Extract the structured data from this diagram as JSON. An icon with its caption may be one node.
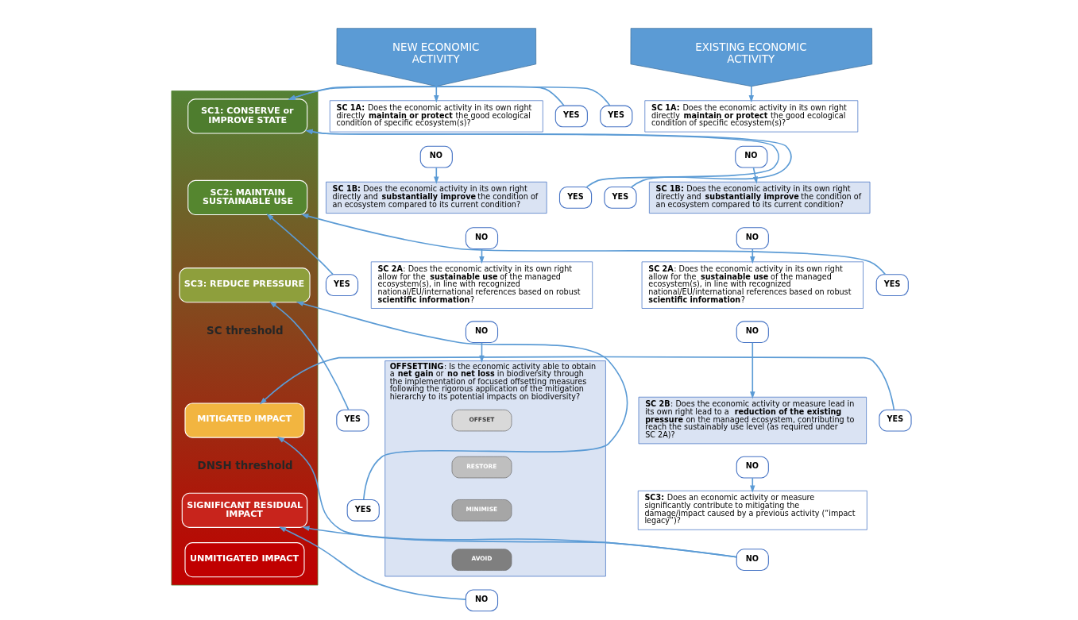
{
  "diagram": {
    "nodes": [
      {
        "text": [
          "NEW ECONOMIC ACTIVITY"
        ]
      },
      {
        "text": [
          "**SC 1A:** Does the economic activity in its own right directly **maintain or protect** the good ecological condition of specific ecosystem(s)?"
        ]
      },
      {
        "text": [
          "YES"
        ]
      },
      {
        "text": [
          "NO"
        ]
      },
      {
        "text": [
          "**SC 1B:** Does the economic activity in its own right directly and **substantially improve** the condition of an ecosystem compared to its current condition?"
        ]
      },
      {
        "text": [
          "YES"
        ]
      },
      {
        "text": [
          "NO"
        ]
      },
      {
        "text": [
          "**SC 2A**: Does the economic activity in its own right allow for the **sustainable use** of the managed ecosystem(s), in line with recognized national/EU/international references based on robust **scientific information**?"
        ]
      },
      {
        "text": [
          "YES"
        ]
      },
      {
        "text": [
          "NO"
        ]
      },
      {
        "text": [
          "**OFFSETTING**: Is the economic activity able to obtain a **net gain** or **no net loss** in biodiversity through the implementation of focused offsetting measures following the rigorous application of the mitigation hierarchy to its potential impacts on biodiversity?"
        ]
      },
      {
        "text": [
          "OFFSET"
        ],
        "in": 10
      },
      {
        "text": [
          "RESTORE"
        ],
        "in": 10
      },
      {
        "text": [
          "MINIMISE"
        ],
        "in": 10
      },
      {
        "text": [
          "AVOID"
        ],
        "in": 10
      },
      {
        "text": [
          "YES"
        ]
      },
      {
        "text": [
          "NO"
        ]
      },
      {
        "text": [],
        "shape": "arrow"
      },
      {
        "text": [
          "SC1: CONSERVE or IMPROVE STATE"
        ],
        "in": 17
      },
      {
        "text": [
          "SC2: MAINTAIN SUSTAINABLE USE"
        ],
        "in": 17
      },
      {
        "text": [
          "SC3: REDUCE PRESSURE"
        ],
        "in": 17
      },
      {
        "text": [
          "MITIGATED IMPACT"
        ],
        "in": 17
      },
      {
        "text": [
          "SIGNIFICANT RESIDUAL IMPACT"
        ],
        "in": 17
      },
      {
        "text": [
          "UNMITIGATED IMPACT"
        ],
        "in": 17
      },
      {
        "text": [
          "EXISTING ECONOMIC ACTIVITY"
        ]
      },
      {
        "text": [
          "**SC 1A:** Does the economic activity in its own right directly **maintain or protect** the good ecological condition of specific ecosystem(s)?"
        ]
      },
      {
        "text": [
          "YES"
        ]
      },
      {
        "text": [
          "NO"
        ]
      },
      {
        "text": [
          "**SC 1B:** Does the economic activity in its own right directly and **substantially improve** the condition of an ecosystem compared to its current condition?"
        ]
      },
      {
        "text": [
          "YES"
        ]
      },
      {
        "text": [
          "NO"
        ]
      },
      {
        "text": [
          "**SC 2A**: Does the economic activity in its own right allow for the **sustainable use** of the managed ecosystem(s), in line with recognized national/EU/international references based on robust **scientific information**?"
        ]
      },
      {
        "text": [
          "YES"
        ]
      },
      {
        "text": [
          "NO"
        ]
      },
      {
        "text": [
          "**SC 2B**: Does the economic activity or measure lead in its own right lead to a **reduction of the existing pressure** on the managed ecosystem, contributing to reach the sustainably use level (as required under SC 2A)?"
        ]
      },
      {
        "text": [
          "YES"
        ]
      },
      {
        "text": [
          "NO"
        ]
      },
      {
        "text": [
          "**SC3:** Does an economic activity or measure significantly contribute to mitigating the damage/impact caused by a previous activity (“impact legacy”)?"
        ]
      },
      {
        "text": [
          "YES"
        ]
      },
      {
        "text": [
          "NO"
        ]
      }
    ],
    "edges": [
      {
        "from": 0,
        "to": 1,
        "arrow": "to"
      },
      {
        "from": 2,
        "to": 18,
        "arrow": "to"
      },
      {
        "from": 3,
        "to": 4,
        "arrow": "to"
      },
      {
        "from": 5,
        "to": 18,
        "arrow": "to"
      },
      {
        "from": 6,
        "to": 7,
        "arrow": "to"
      },
      {
        "from": 8,
        "to": 19,
        "arrow": "to"
      },
      {
        "from": 9,
        "to": 10,
        "arrow": "to"
      },
      {
        "from": 15,
        "to": 21,
        "arrow": "to"
      },
      {
        "from": 16,
        "to": 22,
        "arrow": "to"
      },
      {
        "from": 24,
        "to": 25,
        "arrow": "to"
      },
      {
        "from": 26,
        "to": 18,
        "arrow": "to"
      },
      {
        "from": 27,
        "to": 28,
        "arrow": "to"
      },
      {
        "from": 29,
        "to": 18,
        "arrow": "to"
      },
      {
        "from": 30,
        "to": 31,
        "arrow": "to"
      },
      {
        "from": 32,
        "to": 19,
        "arrow": "to"
      },
      {
        "from": 33,
        "to": 34,
        "arrow": "to"
      },
      {
        "from": 35,
        "to": 20,
        "arrow": "to"
      },
      {
        "from": 36,
        "to": 37,
        "arrow": "to"
      },
      {
        "from": 38,
        "to": 20,
        "arrow": "to"
      },
      {
        "from": 39,
        "to": 21,
        "arrow": "to"
      },
      {
        "from": 39,
        "to": 22,
        "arrow": "to"
      }
    ],
    "labels": [
      "SC threshold",
      "DNSH threshold"
    ]
  }
}
